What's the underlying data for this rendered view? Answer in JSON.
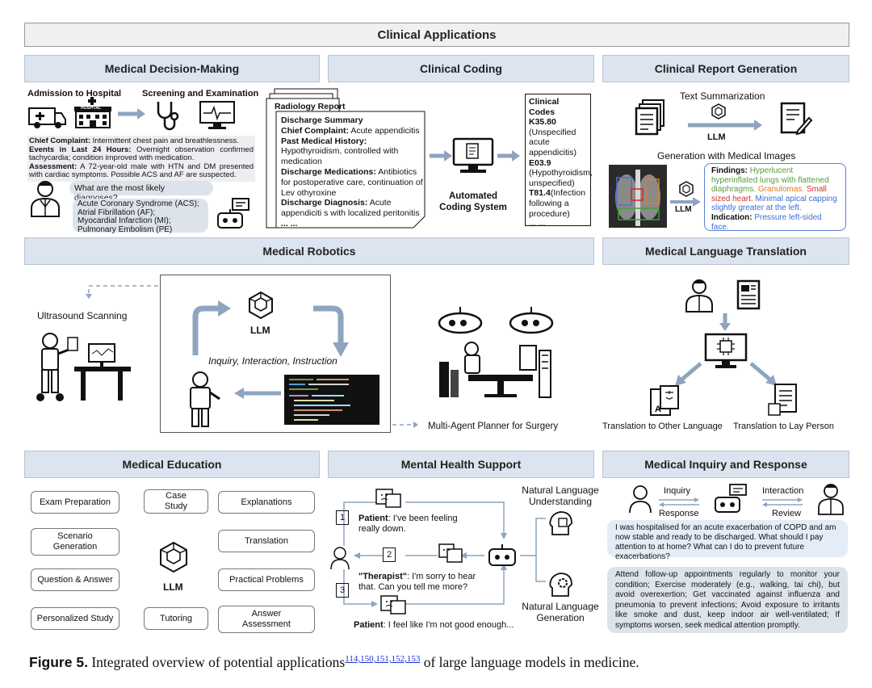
{
  "main_title": "Clinical Applications",
  "sections": {
    "decision": "Medical Decision-Making",
    "coding": "Clinical Coding",
    "report": "Clinical Report Generation",
    "robotics": "Medical Robotics",
    "translation": "Medical Language Translation",
    "education": "Medical Education",
    "mental": "Mental Health Support",
    "inquiry": "Medical Inquiry and Response"
  },
  "decision": {
    "admission": "Admission to Hospital",
    "hospital_sign": "HOSPITAL",
    "screening": "Screening and Examination",
    "chief_label": "Chief Complaint:",
    "chief_text": "Intermittent chest pain and breathlessness.",
    "events_label": "Events in Last 24 Hours:",
    "events_text": "Overnight observation confirmed tachycardia; condition improved with medication.",
    "assessment_label": "Assessment:",
    "assessment_text": "A 72-year-old male with HTN and DM presented with cardiac symptoms. Possible ACS and AF are suspected.",
    "question": "What are the most likely diagnoses?",
    "answers": [
      "Acute Coronary Syndrome (ACS);",
      "Atrial Fibrillation (AF);",
      "Myocardial Infarction (MI);",
      "Pulmonary Embolism (PE)"
    ]
  },
  "coding": {
    "radiology": "Radiology Report",
    "discharge": "Discharge Summary",
    "chief_label": "Chief Complaint:",
    "chief_text": "Acute appendicitis",
    "pmh_label": "Past Medical History:",
    "pmh_text": "Hypothyroidism, controlled with medication",
    "meds_label": "Discharge Medications:",
    "meds_text": "Antibiotics for postoperative care, continuation of Lev othyroxine",
    "diag_label": "Discharge Diagnosis:",
    "diag_text": "Acute appendiciti s with localized peritonitis",
    "ellipsis": "... ...",
    "system_label": "Automated Coding System",
    "codes_title": "Clinical Codes",
    "codes": [
      {
        "code": "K35.80",
        "desc": "(Unspecified acute appendicitis)"
      },
      {
        "code": "E03.9",
        "desc": "(Hypothyroidism, unspecified)"
      },
      {
        "code": "T81.4",
        "desc": "(Infection following a procedure)"
      }
    ],
    "codes_ellipsis": "... ..."
  },
  "report": {
    "summarization": "Text Summarization",
    "llm": "LLM",
    "generation": "Generation with Medical Images",
    "llm2": "LLM",
    "findings_label": "Findings",
    "findings_green": "Hyperlucent hyperinflated lungs with flattened diaphragms.",
    "findings_orange": "Granulomas.",
    "findings_red": "Small sized heart.",
    "findings_blue": "Minimal apical capping slightly greater at the left.",
    "indication_label": "Indication:",
    "indication_text": "Pressure left-sided face."
  },
  "robotics": {
    "ultrasound": "Ultrasound Scanning",
    "llm": "LLM",
    "loop_label": "Inquiry, Interaction, Instruction",
    "planner": "Multi-Agent Planner for Surgery"
  },
  "translation": {
    "other_lang": "Translation to Other Language",
    "lay_person": "Translation to Lay Person"
  },
  "education": {
    "items": [
      "Exam Preparation",
      "Case Study",
      "Explanations",
      "Scenario Generation",
      "Translation",
      "Question & Answer",
      "Practical Problems",
      "Personalized Study",
      "Tutoring",
      "Answer Assessment"
    ],
    "llm": "LLM"
  },
  "mental": {
    "n1": "1",
    "n2": "2",
    "n3": "3",
    "p1_label": "Patient",
    "p1_text": ": I've been feeling really down.",
    "t_label": "\"Therapist\"",
    "t_text": ": I'm sorry to hear that. Can you tell me more?",
    "p3_label": "Patient",
    "p3_text": ": I feel like I'm not good enough...",
    "nlu": "Natural Language Understanding",
    "nlg": "Natural Language Generation"
  },
  "inquiry": {
    "inquiry": "Inquiry",
    "response": "Response",
    "interaction": "Interaction",
    "review": "Review",
    "question": "I was hospitalised for an acute exacerbation of COPD and am now stable and ready to be discharged. What should I pay attention to at home? What can I do to prevent future exacerbations?",
    "answer": "Attend follow-up appointments regularly to monitor your condition; Exercise moderately (e.g., walking, tai chi), but avoid overexertion; Get vaccinated against influenza and pneumonia to prevent infections; Avoid exposure to irritants like smoke and dust, keep indoor air well-ventilated; If symptoms worsen, seek medical attention promptly."
  },
  "caption": {
    "label": "Figure 5.",
    "text": "Integrated overview of potential applications",
    "refs": "114,150,151,152,153",
    "tail": "of large language models in medicine."
  },
  "colors": {
    "header_bg": "#dce4ef",
    "arrow": "#8ea4bf",
    "green": "#5a9a3a",
    "orange": "#e07b24",
    "red": "#d0342c",
    "blue": "#3a6fd8",
    "link": "#1a33cc"
  }
}
